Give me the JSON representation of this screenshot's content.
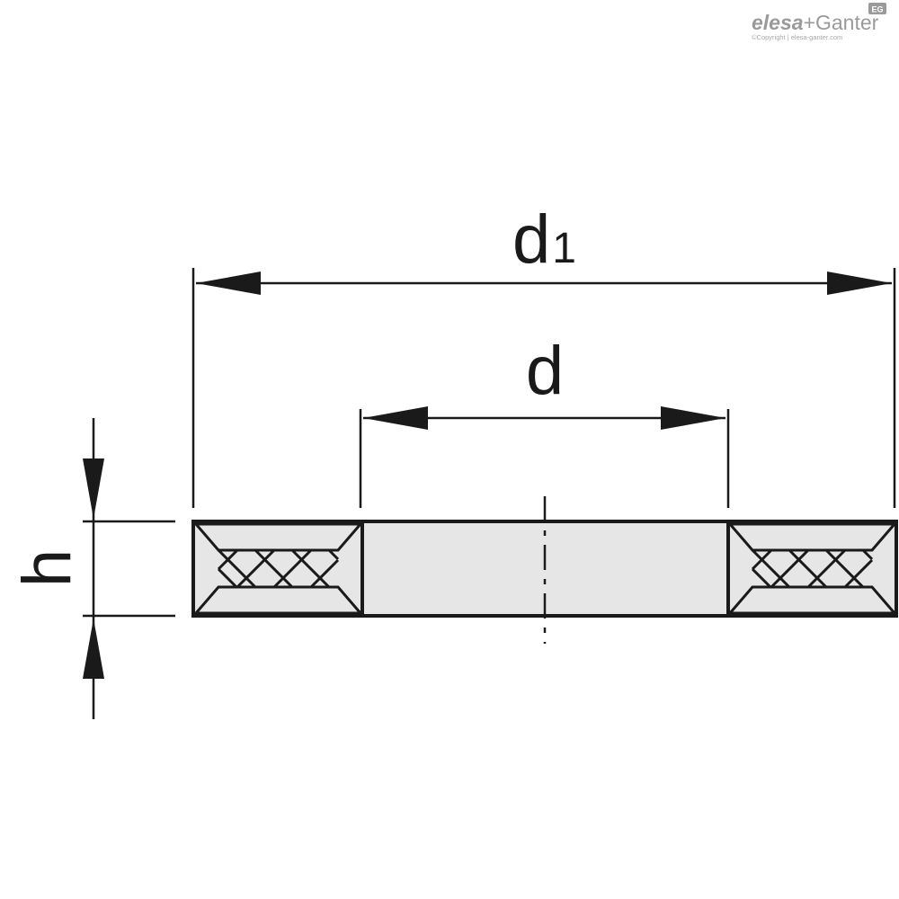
{
  "brand": {
    "logo_part1": "elesa",
    "logo_plus": "+",
    "logo_part2": "Ganter",
    "badge": "EG",
    "copyright": "©Copyright | elesa-ganter.com"
  },
  "dimensions": {
    "outer_diameter": {
      "symbol": "d",
      "subscript": "1"
    },
    "inner_diameter": {
      "symbol": "d"
    },
    "height": {
      "symbol": "h"
    }
  },
  "colors": {
    "line": "#1a1a1a",
    "fill": "#e6e6e6",
    "brand": "#9a9a9a"
  }
}
